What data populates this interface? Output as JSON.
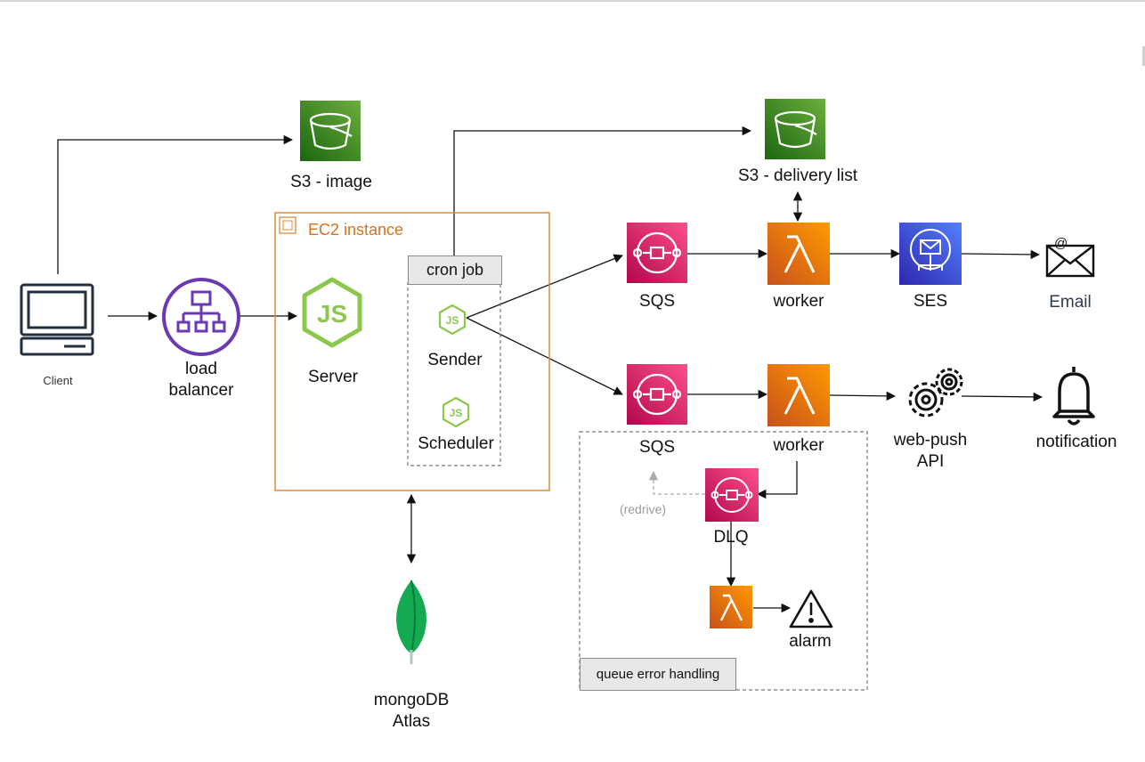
{
  "nodes": {
    "client": "Client",
    "load_balancer": [
      "load",
      "balancer"
    ],
    "s3_image": "S3 - image",
    "ec2_instance": "EC2 instance",
    "server": "Server",
    "cron_job": "cron job",
    "sender": "Sender",
    "scheduler": "Scheduler",
    "mongodb": [
      "mongoDB",
      "Atlas"
    ],
    "s3_delivery": "S3 - delivery list",
    "sqs_top": "SQS",
    "worker_top": "worker",
    "ses": "SES",
    "email": "Email",
    "sqs_bottom": "SQS",
    "worker_bottom": "worker",
    "web_push": [
      "web-push",
      "API"
    ],
    "notification": "notification",
    "dlq": "DLQ",
    "redrive": "(redrive)",
    "alarm": "alarm",
    "queue_error_handling": "queue error handling"
  },
  "icons": {
    "client": "desktop-computer-icon",
    "load_balancer": "load-balancer-icon",
    "s3": "s3-bucket-icon",
    "ec2": "ec2-chip-icon",
    "server": "nodejs-icon",
    "sqs": "sqs-queue-icon",
    "lambda": "lambda-icon",
    "ses": "ses-email-service-icon",
    "email": "email-envelope-icon",
    "web_push": "gears-icon",
    "notification": "bell-icon",
    "alarm": "warning-triangle-icon",
    "mongodb": "mongodb-leaf-icon"
  },
  "colors": {
    "s3": "#3f8624",
    "sqs": "#e7157b",
    "lambda": "#e4731b",
    "ses": "#2b57d1",
    "load_balancer": "#6b3ab0",
    "nodejs": "#8cc84b",
    "ec2_border": "#e08a3a",
    "mongodb": "#13aa52"
  }
}
